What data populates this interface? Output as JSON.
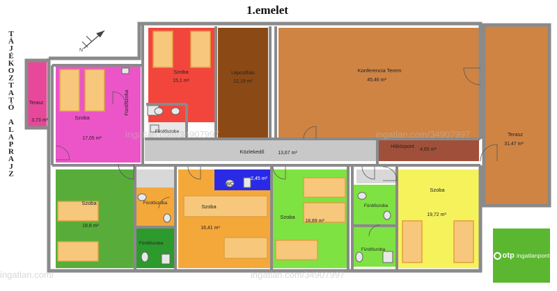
{
  "title": "1.emelet",
  "side_label": [
    "T",
    "Á",
    "J",
    "É",
    "K",
    "O",
    "Z",
    "T",
    "A",
    "T",
    "Ó",
    "",
    "A",
    "L",
    "A",
    "P",
    "R",
    "A",
    "J",
    "Z"
  ],
  "watermark_text": "ingatlan.com/34907997",
  "watermark_short": "ingatlan.com/",
  "rooms": [
    {
      "id": "terasz-left",
      "name": "Terasz",
      "area": "3,73 m²",
      "color": "#e8489a"
    },
    {
      "id": "szoba-pink",
      "name": "Szoba",
      "area": "17,05 m²",
      "color": "#ec55c8"
    },
    {
      "id": "furdo-pink",
      "name": "Fürdőszoba",
      "area": "",
      "color": "#ec55c8"
    },
    {
      "id": "szoba-red",
      "name": "Szoba",
      "area": "15,1 m²",
      "color": "#f2463c"
    },
    {
      "id": "furdo-red",
      "name": "Fürdőszoba",
      "area": "",
      "color": "#f2463c"
    },
    {
      "id": "lepcsohaz",
      "name": "Lépcsőház",
      "area": "12,19 m²",
      "color": "#8b4a15"
    },
    {
      "id": "konferencia",
      "name": "Konferencia Terem",
      "area": "45,46 m²",
      "color": "#cf8444"
    },
    {
      "id": "terasz-right",
      "name": "Terasz",
      "area": "31,47 m²",
      "color": "#cf8444"
    },
    {
      "id": "kozlekedo",
      "name": "Közlekedő",
      "area": "13,67 m²",
      "color": "#c8c8c8"
    },
    {
      "id": "hoközpont",
      "name": "Hőközpont",
      "area": "4,65 m²",
      "color": "#a0503a"
    },
    {
      "id": "szoba-green",
      "name": "Szoba",
      "area": "18,8 m²",
      "color": "#58ad3a"
    },
    {
      "id": "furdo-orange",
      "name": "Fürdőszoba",
      "area": "",
      "color": "#f4a83a"
    },
    {
      "id": "furdo-green",
      "name": "Fürdőszoba",
      "area": "",
      "color": "#2d9a2d"
    },
    {
      "id": "szoba-orange",
      "name": "Szoba",
      "area": "16,41 m²",
      "color": "#f4a83a"
    },
    {
      "id": "wc",
      "name": "WC",
      "area": "2,45 m²",
      "color": "#2a2ae6"
    },
    {
      "id": "szoba-lime",
      "name": "Szoba",
      "area": "18,89 m²",
      "color": "#7ee242"
    },
    {
      "id": "furdo-lime",
      "name": "Fürdőszoba",
      "area": "",
      "color": "#7ee242"
    },
    {
      "id": "furdo-lime2",
      "name": "Fürdőszoba",
      "area": "",
      "color": "#7ee242"
    },
    {
      "id": "szoba-yellow",
      "name": "Szoba",
      "area": "19,72 m²",
      "color": "#f6f25c"
    }
  ],
  "logo": {
    "otp": "otp",
    "rest": "ingatlanpont",
    "color": "#5bb72f"
  }
}
